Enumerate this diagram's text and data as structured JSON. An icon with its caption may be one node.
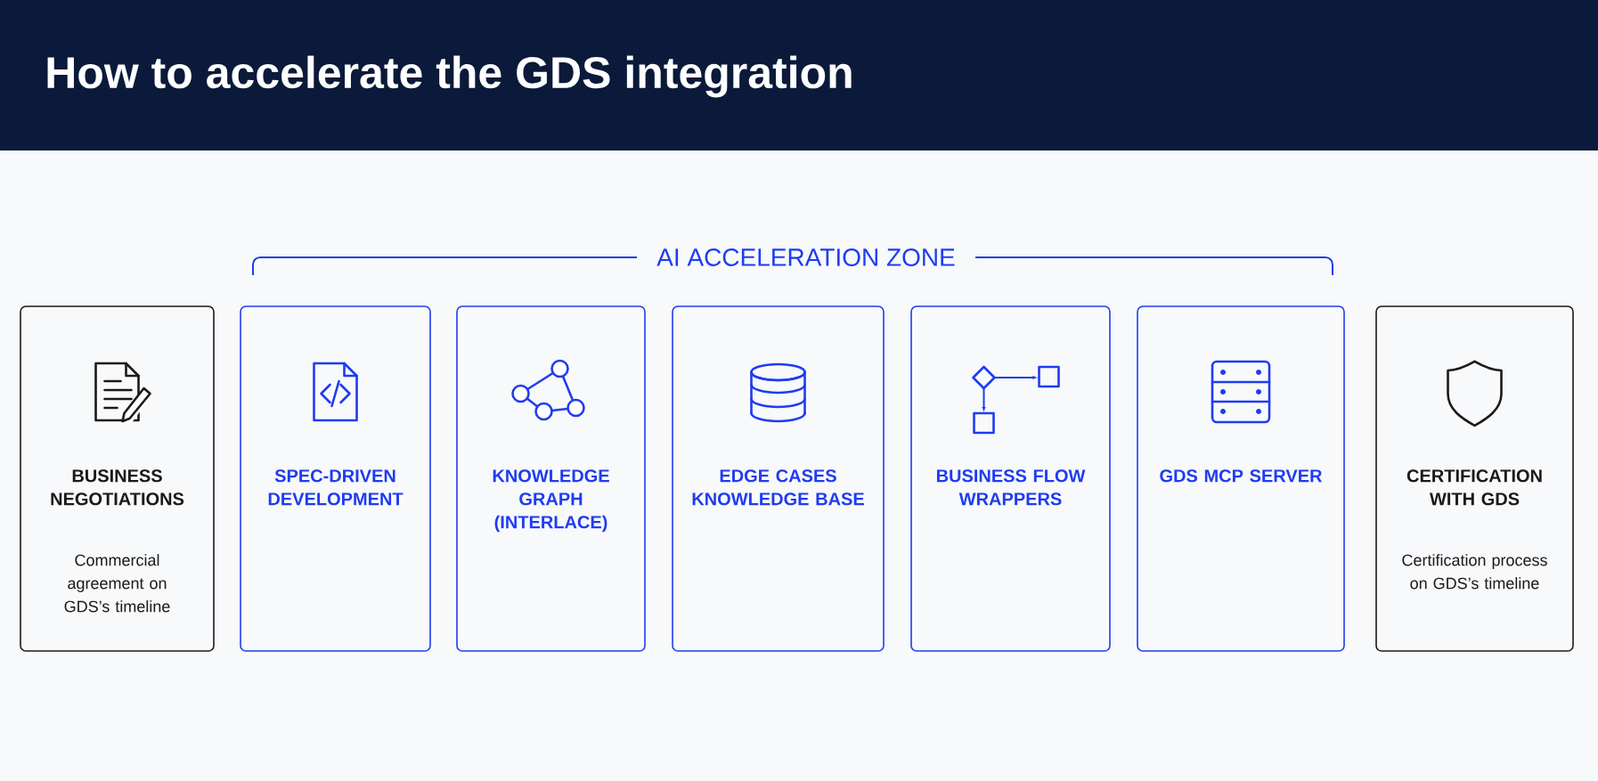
{
  "diagram": {
    "title": "How to accelerate the GDS integration",
    "nodes": [
      {
        "text": [
          "BUSINESS NEGOTIATIONS",
          "Commercial agreement on GDS’s timeline"
        ]
      },
      {
        "text": [
          "SPEC-DRIVEN DEVELOPMENT"
        ]
      },
      {
        "text": [
          "KNOWLEDGE GRAPH (INTERLACE)"
        ]
      },
      {
        "text": [
          "EDGE CASES KNOWLEDGE BASE"
        ]
      },
      {
        "text": [
          "BUSINESS FLOW WRAPPERS"
        ]
      },
      {
        "text": [
          "GDS MCP SERVER"
        ]
      },
      {
        "text": [
          "CERTIFICATION WITH GDS",
          "Certification process on GDS’s timeline"
        ]
      }
    ],
    "labels": [
      "AI ACCELERATION ZONE"
    ]
  }
}
